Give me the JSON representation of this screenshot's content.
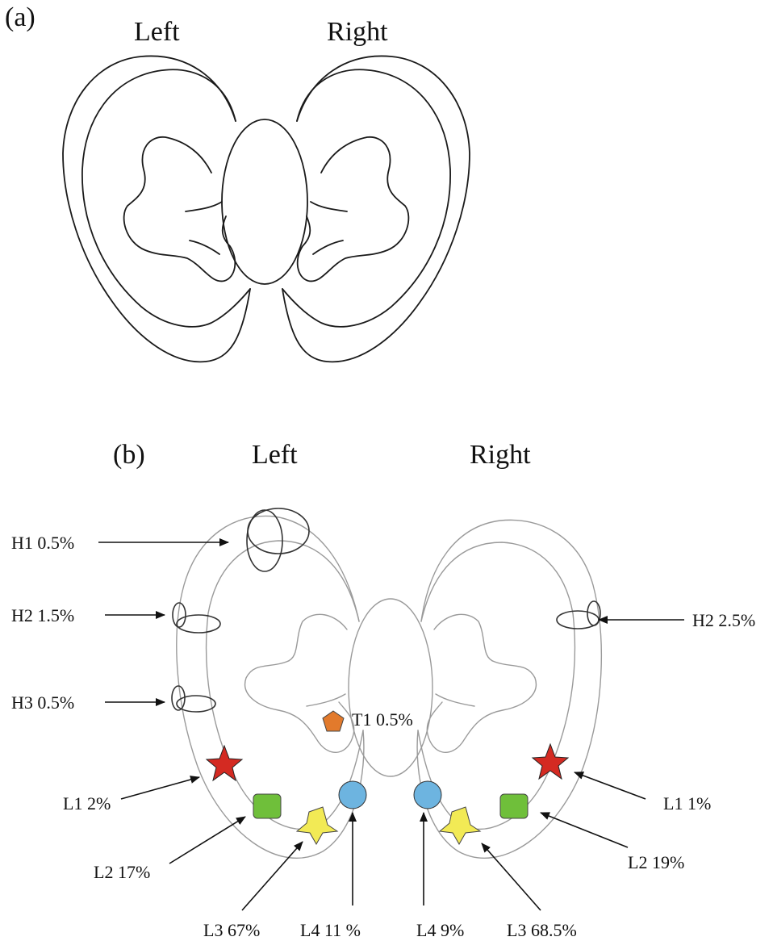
{
  "panel_a": {
    "tag": "(a)",
    "left": "Left",
    "right": "Right"
  },
  "panel_b": {
    "tag": "(b)",
    "left": "Left",
    "right": "Right",
    "labels": {
      "h1_left": "H1 0.5%",
      "h2_left": "H2 1.5%",
      "h3_left": "H3 0.5%",
      "h2_right": "H2 2.5%",
      "t1": "T1 0.5%",
      "l1_left": "L1 2%",
      "l2_left": "L2 17%",
      "l3_left": "L3 67%",
      "l4_left": "L4 11 %",
      "l1_right": "L1 1%",
      "l2_right": "L2 19%",
      "l3_right": "L3 68.5%",
      "l4_right": "L4 9%"
    }
  },
  "colors": {
    "star": "#d42a22",
    "square": "#6fbf3a",
    "burst": "#f2ea55",
    "circle": "#6db4e0",
    "pentagon": "#e27a2c"
  },
  "icons": [
    "star-icon",
    "square-icon",
    "burst-icon",
    "circle-icon",
    "pentagon-icon",
    "ring-icon"
  ]
}
